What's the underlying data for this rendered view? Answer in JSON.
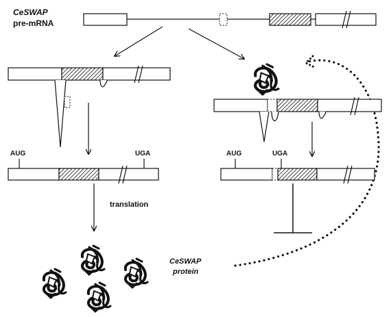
{
  "labels": {
    "gene_name": "CeSWAP",
    "pre_mrna": "pre-mRNA",
    "aug_left": "AUG",
    "uga_left": "UGA",
    "aug_right": "AUG",
    "uga_right": "UGA",
    "translation": "translation",
    "protein_name": "CeSWAP",
    "protein_word": "protein"
  },
  "colors": {
    "ink": "#111111",
    "background": "#ffffff"
  }
}
